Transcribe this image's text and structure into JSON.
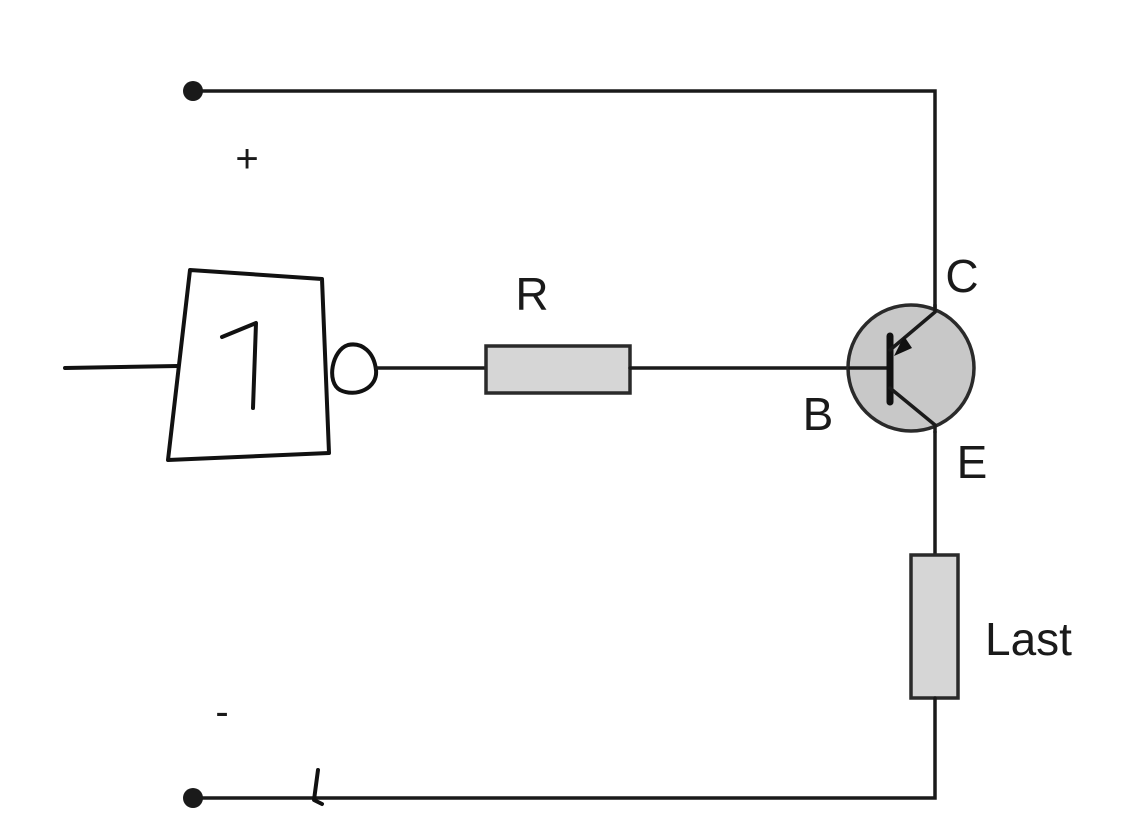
{
  "labels": {
    "plus": "+",
    "minus": "-",
    "resistor": "R",
    "collector": "C",
    "base": "B",
    "emitter": "E",
    "load": "Last",
    "gate": "1"
  },
  "colors": {
    "wire": "#1a1a1a",
    "component_fill": "#d6d6d6",
    "transistor_fill": "#c8c8c8"
  }
}
